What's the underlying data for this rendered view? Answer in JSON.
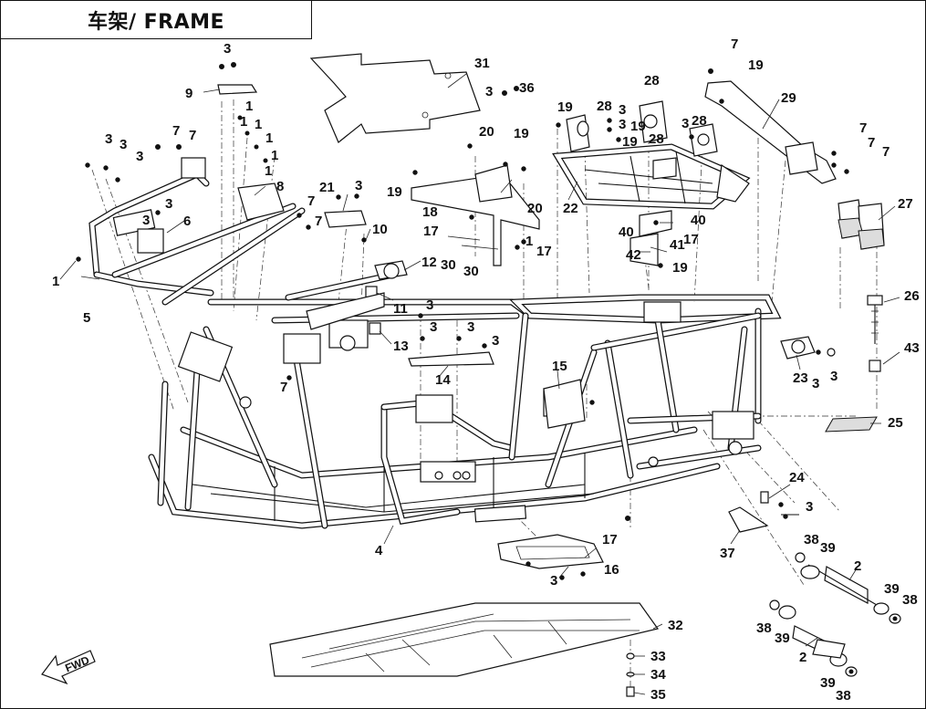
{
  "title": "车架/ FRAME",
  "fwd_label": "FWD",
  "callouts": {
    "c1": "3",
    "c2": "9",
    "c3": "3",
    "c4": "3",
    "c5": "7",
    "c6": "7",
    "c7": "1",
    "c8": "1",
    "c9": "1",
    "c10": "1",
    "c11": "1",
    "c12": "1",
    "c13": "3",
    "c14": "3",
    "c15": "3",
    "c16": "6",
    "c17": "8",
    "c18": "1",
    "c19": "5",
    "c20": "7",
    "c21": "7",
    "c22": "21",
    "c23": "3",
    "c24": "10",
    "c25": "12",
    "c26": "11",
    "c27": "13",
    "c28": "7",
    "c29": "31",
    "c30": "3",
    "c31": "36",
    "c32": "19",
    "c33": "20",
    "c34": "19",
    "c35": "18",
    "c36": "17",
    "c37": "19",
    "c38": "20",
    "c39": "30",
    "c40": "30",
    "c41": "1",
    "c42": "17",
    "c43": "7",
    "c44": "19",
    "c45": "29",
    "c46": "19",
    "c47": "28",
    "c48": "3",
    "c49": "3",
    "c50": "28",
    "c51": "19",
    "c52": "3",
    "c53": "28",
    "c54": "28",
    "c55": "22",
    "c56": "40",
    "c57": "40",
    "c58": "41",
    "c59": "17",
    "c60": "42",
    "c61": "19",
    "c62": "7",
    "c63": "7",
    "c64": "7",
    "c65": "27",
    "c66": "26",
    "c67": "43",
    "c68": "23",
    "c69": "3",
    "c70": "3",
    "c71": "25",
    "c72": "3",
    "c73": "3",
    "c74": "3",
    "c75": "14",
    "c76": "15",
    "c77": "3",
    "c78": "24",
    "c79": "3",
    "c80": "37",
    "c81": "17",
    "c82": "16",
    "c83": "3",
    "c84": "4",
    "c85": "38",
    "c86": "39",
    "c87": "2",
    "c88": "39",
    "c89": "38",
    "c90": "38",
    "c91": "39",
    "c92": "2",
    "c93": "39",
    "c94": "38",
    "c95": "32",
    "c96": "33",
    "c97": "34",
    "c98": "35"
  }
}
